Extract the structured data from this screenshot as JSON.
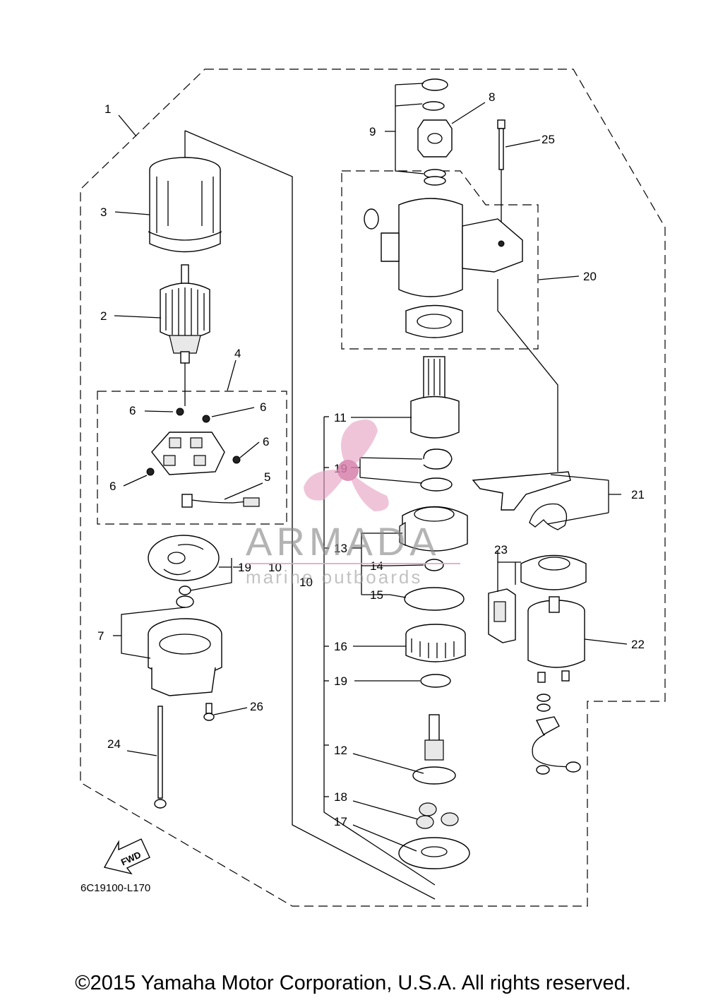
{
  "callouts": {
    "c1": "1",
    "c2": "2",
    "c3": "3",
    "c4": "4",
    "c5": "5",
    "c6a": "6",
    "c6b": "6",
    "c6c": "6",
    "c6d": "6",
    "c7": "7",
    "c8": "8",
    "c9": "9",
    "c10a": "10",
    "c10b": "10",
    "c11": "11",
    "c12": "12",
    "c13": "13",
    "c14": "14",
    "c15": "15",
    "c16": "16",
    "c17": "17",
    "c18": "18",
    "c19a": "19",
    "c19b": "19",
    "c19c": "19",
    "c20": "20",
    "c21": "21",
    "c22": "22",
    "c23": "23",
    "c24": "24",
    "c25": "25",
    "c26": "26"
  },
  "fwd_label": "FWD",
  "diagram_code": "6C19100-L170",
  "watermark": {
    "brand": "ARMADA",
    "tagline": "marine outboards",
    "accent_color": "#e5a3c4"
  },
  "copyright": "©2015 Yamaha Motor Corporation, U.S.A. All rights reserved."
}
